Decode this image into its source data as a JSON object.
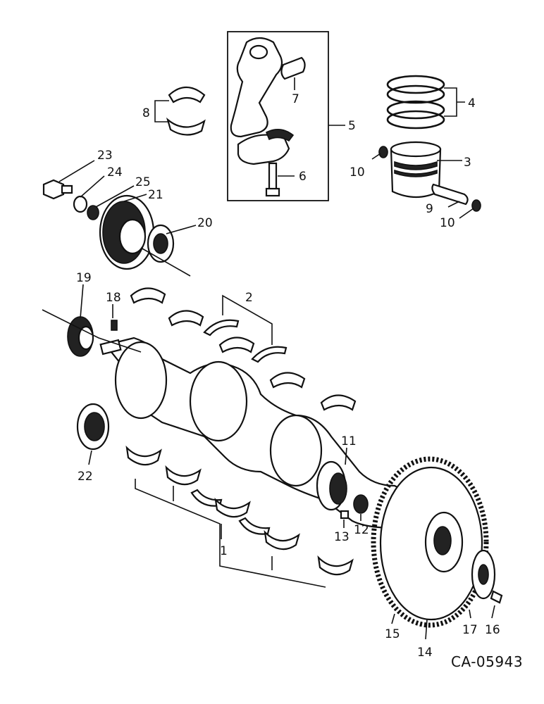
{
  "callouts": {
    "c1": "1",
    "c2": "2",
    "c3": "3",
    "c4": "4",
    "c5": "5",
    "c6": "6",
    "c7": "7",
    "c8": "8",
    "c9": "9",
    "c10a": "10",
    "c10b": "10",
    "c11": "11",
    "c12": "12",
    "c13": "13",
    "c14": "14",
    "c15": "15",
    "c16": "16",
    "c17": "17",
    "c18": "18",
    "c19": "19",
    "c20": "20",
    "c21": "21",
    "c22": "22",
    "c23": "23",
    "c24": "24",
    "c25": "25"
  },
  "reference_code": "CA-05943"
}
